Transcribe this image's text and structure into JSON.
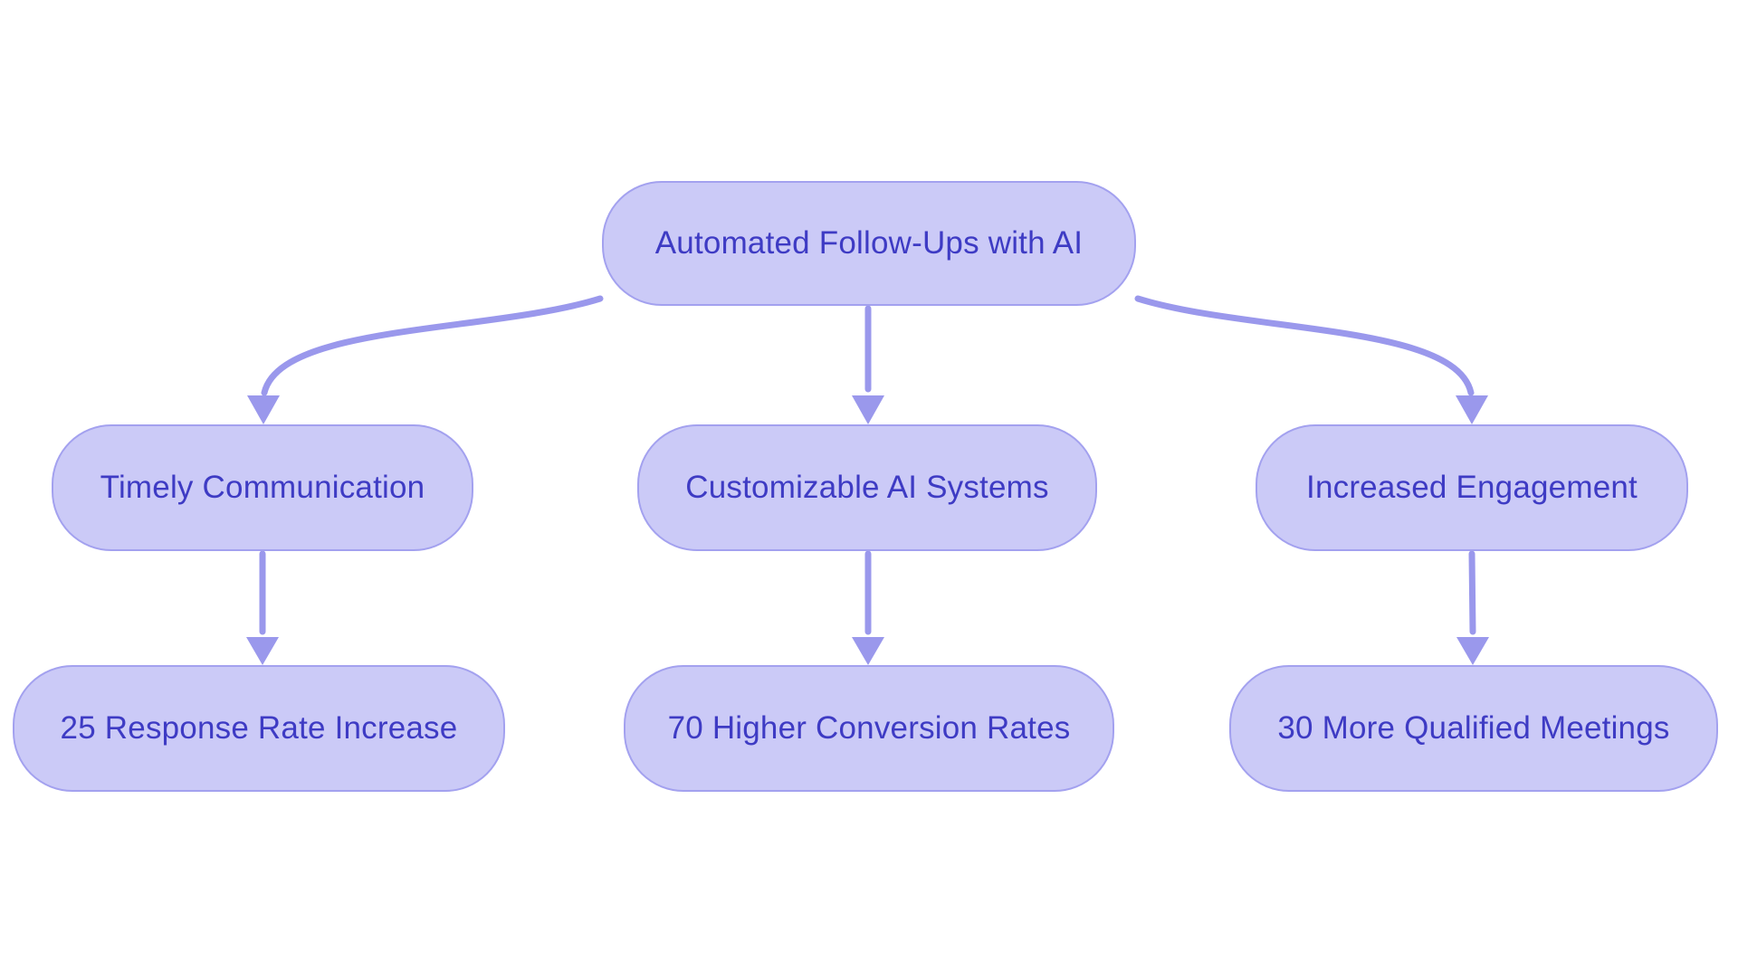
{
  "diagram": {
    "type": "flowchart",
    "direction": "top-down",
    "colors": {
      "background": "#ffffff",
      "node_fill": "#cbcaf7",
      "node_border": "#a3a1ef",
      "node_text": "#3e3bc4",
      "edge": "#9a98ec"
    },
    "nodes": {
      "root": {
        "label": "Automated Follow-Ups with AI"
      },
      "timely": {
        "label": "Timely Communication"
      },
      "custom": {
        "label": "Customizable AI Systems"
      },
      "engage": {
        "label": "Increased Engagement"
      },
      "response": {
        "label": "25 Response Rate Increase"
      },
      "conversion": {
        "label": "70 Higher Conversion Rates"
      },
      "meetings": {
        "label": "30 More Qualified Meetings"
      }
    },
    "edges": [
      {
        "from": "root",
        "to": "timely"
      },
      {
        "from": "root",
        "to": "custom"
      },
      {
        "from": "root",
        "to": "engage"
      },
      {
        "from": "timely",
        "to": "response"
      },
      {
        "from": "custom",
        "to": "conversion"
      },
      {
        "from": "engage",
        "to": "meetings"
      }
    ]
  }
}
